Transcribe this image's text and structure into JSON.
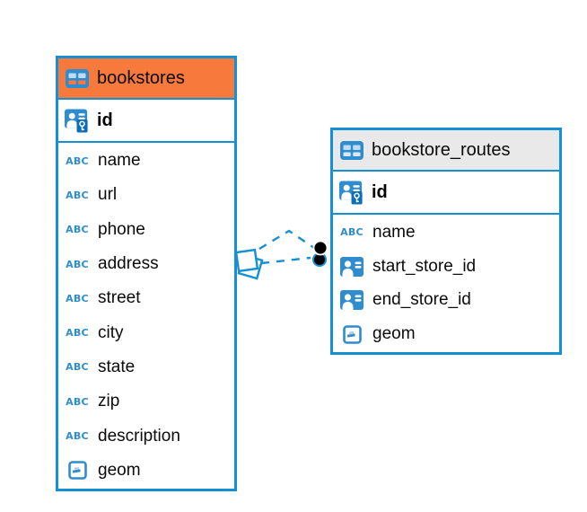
{
  "colors": {
    "accent_blue": "#1590D5",
    "icon_blue": "#2F8CCE",
    "header_orange": "#F7793C",
    "header_gray": "#E9E9E9",
    "endpoint_dot": "#000000"
  },
  "icon_glyphs": {
    "text": "ABC"
  },
  "tables": [
    {
      "name": "bookstores",
      "header_color": "#F7793C",
      "key_column": {
        "name": "id",
        "icon": "primary-key"
      },
      "columns": [
        {
          "name": "name",
          "icon": "text"
        },
        {
          "name": "url",
          "icon": "text"
        },
        {
          "name": "phone",
          "icon": "text"
        },
        {
          "name": "address",
          "icon": "text"
        },
        {
          "name": "street",
          "icon": "text"
        },
        {
          "name": "city",
          "icon": "text"
        },
        {
          "name": "state",
          "icon": "text"
        },
        {
          "name": "zip",
          "icon": "text"
        },
        {
          "name": "description",
          "icon": "text"
        },
        {
          "name": "geom",
          "icon": "geometry"
        }
      ]
    },
    {
      "name": "bookstore_routes",
      "header_color": "#E9E9E9",
      "key_column": {
        "name": "id",
        "icon": "primary-key"
      },
      "columns": [
        {
          "name": "name",
          "icon": "text"
        },
        {
          "name": "start_store_id",
          "icon": "foreign-key"
        },
        {
          "name": "end_store_id",
          "icon": "foreign-key"
        },
        {
          "name": "geom",
          "icon": "geometry"
        }
      ]
    }
  ],
  "connections": {
    "count": 2,
    "style": "dashed",
    "from_table": "bookstores",
    "to_table": "bookstore_routes",
    "source_marker": "diamond",
    "target_marker": "filled-circle"
  }
}
